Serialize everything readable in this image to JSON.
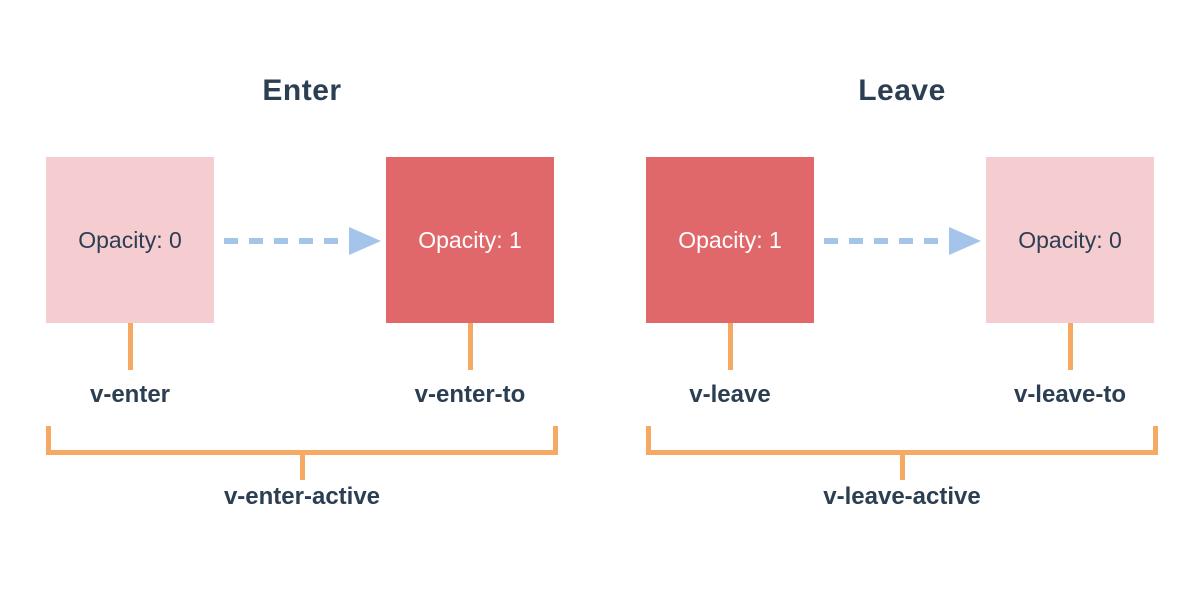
{
  "colors": {
    "background": "#ffffff",
    "heading_text": "#2b3e52",
    "label_text": "#2b3e52",
    "box_pink": "#f5cdd1",
    "box_red": "#e0686b",
    "box_red_text": "#ffffff",
    "arrow_blue": "#a5c4e9",
    "connector_orange": "#f5a963"
  },
  "sections": [
    {
      "title": "Enter",
      "from_box": {
        "label": "Opacity: 0"
      },
      "to_box": {
        "label": "Opacity: 1"
      },
      "from_class": "v-enter",
      "to_class": "v-enter-to",
      "active_class": "v-enter-active"
    },
    {
      "title": "Leave",
      "from_box": {
        "label": "Opacity: 1"
      },
      "to_box": {
        "label": "Opacity: 0"
      },
      "from_class": "v-leave",
      "to_class": "v-leave-to",
      "active_class": "v-leave-active"
    }
  ]
}
